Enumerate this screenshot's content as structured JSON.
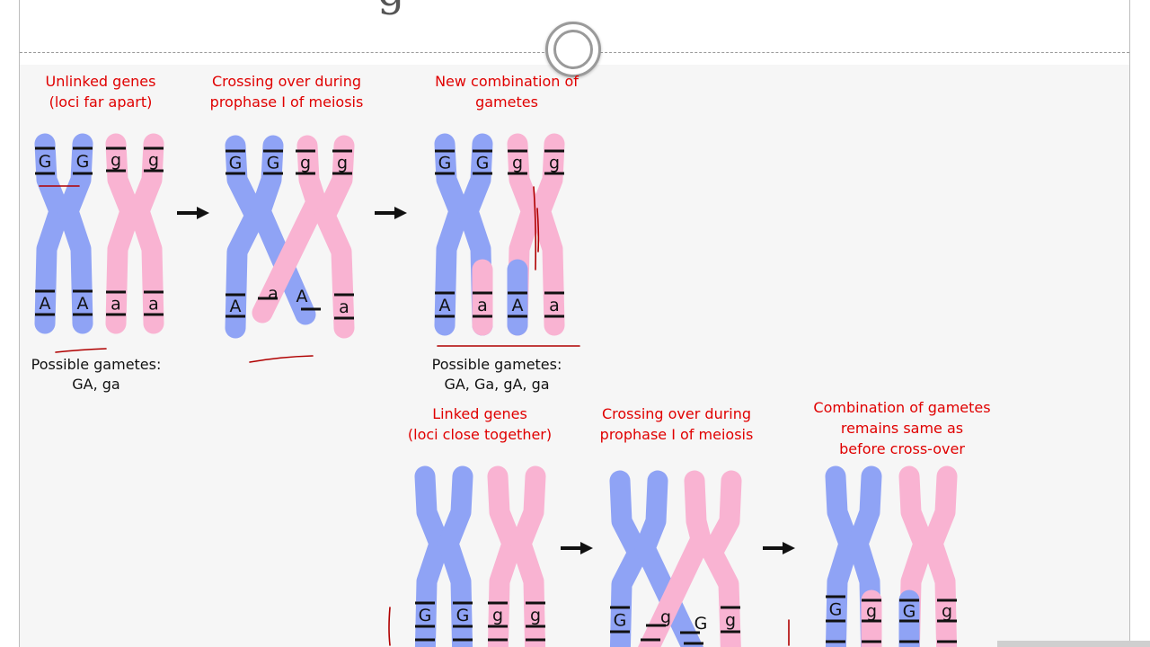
{
  "slide": {
    "title_fragment": "g",
    "colors": {
      "blue": "#8fa3f5",
      "pink": "#f9b3d2",
      "caption_red": "#e00000",
      "ink_red": "#b00000"
    }
  },
  "top_row": {
    "panel1": {
      "caption": [
        "Unlinked genes",
        "(loci far apart)"
      ],
      "gametes_label": "Possible gametes:",
      "gametes": "GA, ga"
    },
    "panel2": {
      "caption": [
        "Crossing over during",
        "prophase I of meiosis"
      ]
    },
    "panel3": {
      "caption": [
        "New combination of",
        "gametes"
      ],
      "gametes_label": "Possible gametes:",
      "gametes": "GA, Ga, gA, ga"
    }
  },
  "bottom_row": {
    "panel1": {
      "caption": [
        "Linked genes",
        "(loci close together)"
      ]
    },
    "panel2": {
      "caption": [
        "Crossing over during",
        "prophase I of meiosis"
      ]
    },
    "panel3": {
      "caption": [
        "Combination of gametes",
        "remains same as",
        "before cross-over"
      ]
    }
  },
  "allele_labels": {
    "dominant_g": "G",
    "recessive_g": "g",
    "dominant_a": "A",
    "recessive_a": "a"
  },
  "icons": [
    "navigation-ring-icon",
    "arrow-right-icon"
  ]
}
